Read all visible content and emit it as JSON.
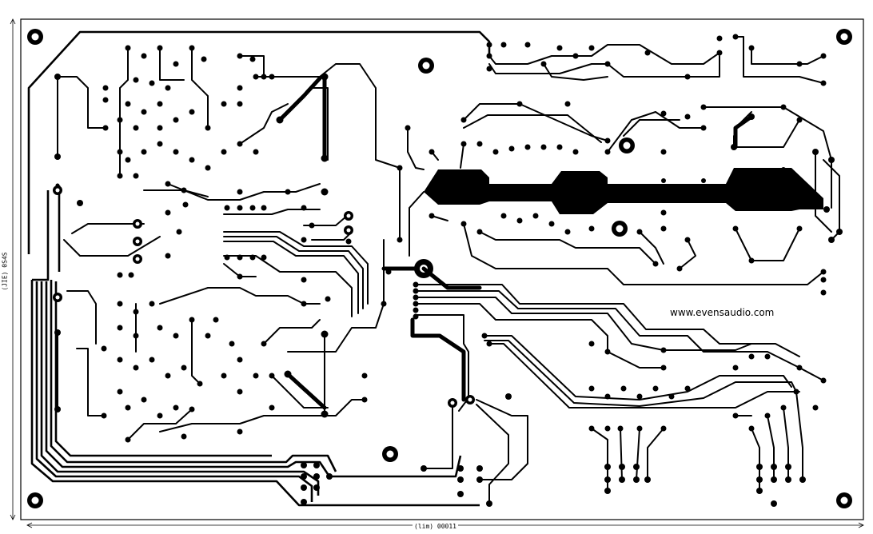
{
  "diagram": {
    "watermark": "www.evensaudio.com",
    "dimension_bottom": "(lim) 00011",
    "dimension_left": "(JIE) 0S4S",
    "colors": {
      "copper": "#000000",
      "board": "#ffffff",
      "outline": "#000000"
    }
  }
}
